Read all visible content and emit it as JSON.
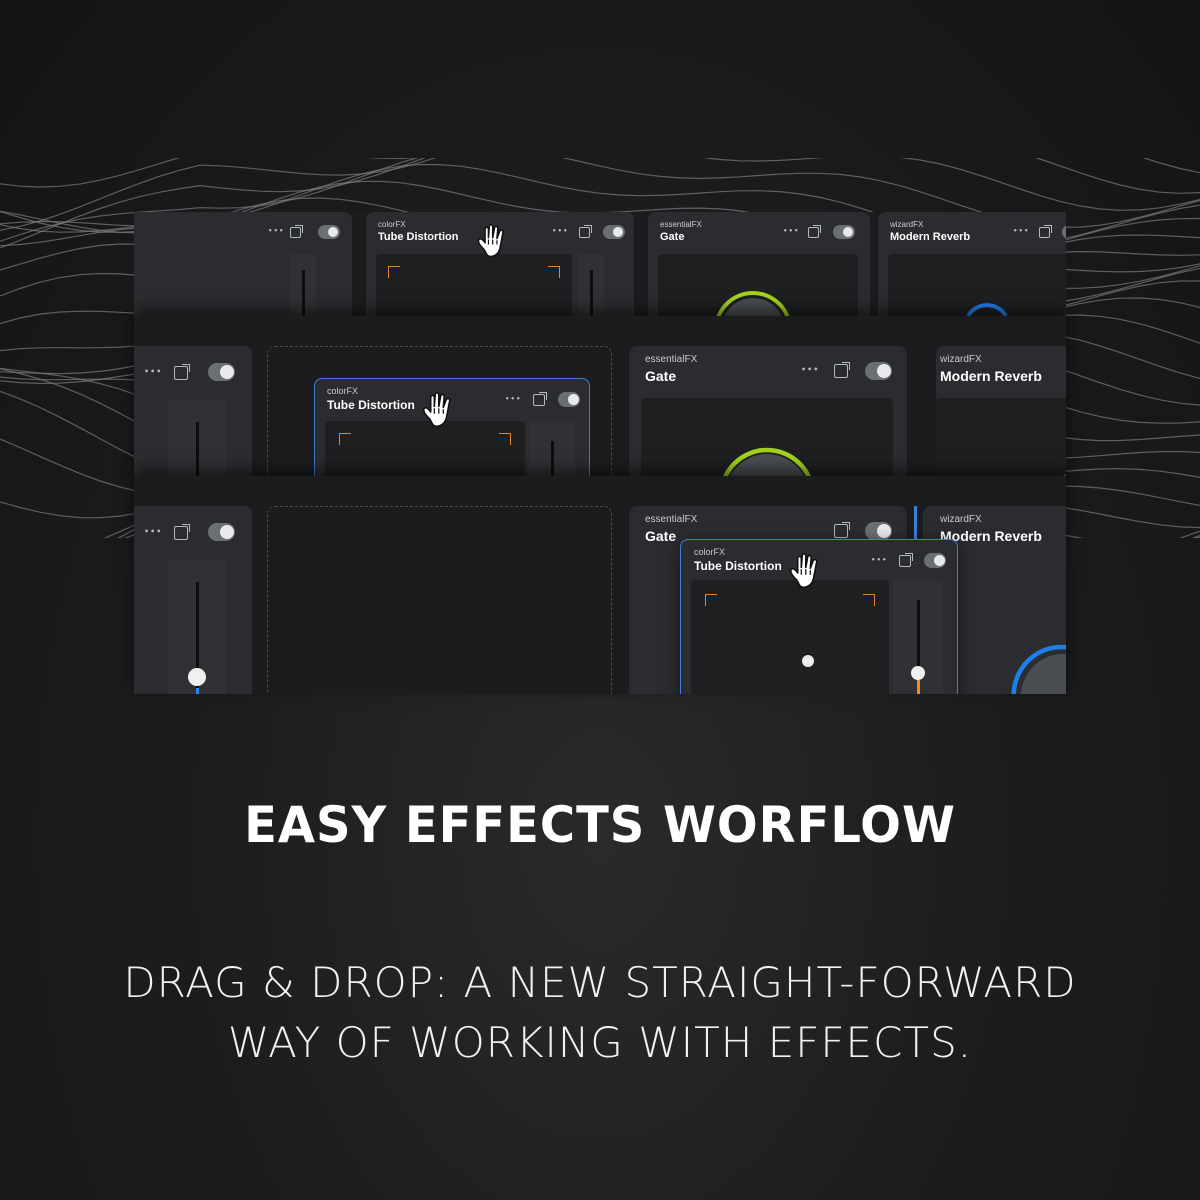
{
  "headline": "EASY EFFECTS WORFLOW",
  "subtitle_line1": "DRAG & DROP: A NEW STRAIGHT-FORWARD",
  "subtitle_line2": "WAY OF WORKING WITH EFFECTS.",
  "colors": {
    "gate_ring": "#a4d21c",
    "reverb_ring": "#1f7fe8",
    "drag_outline": "#3d7fd6",
    "slider_orange": "#f08a24",
    "slider_blue": "#2f86ea",
    "bracket_orange": "#e6822c"
  },
  "effects": {
    "tube_distortion": {
      "brand": "colorFX",
      "title": "Tube Distortion"
    },
    "gate": {
      "brand": "essentialFX",
      "title": "Gate"
    },
    "modern_reverb": {
      "brand": "wizardFX",
      "title": "Modern Reverb"
    }
  },
  "card_controls": {
    "more_icon": "more-icon",
    "more_glyph": "•••",
    "external_icon": "external-link-icon",
    "toggle_icon": "toggle-switch"
  }
}
